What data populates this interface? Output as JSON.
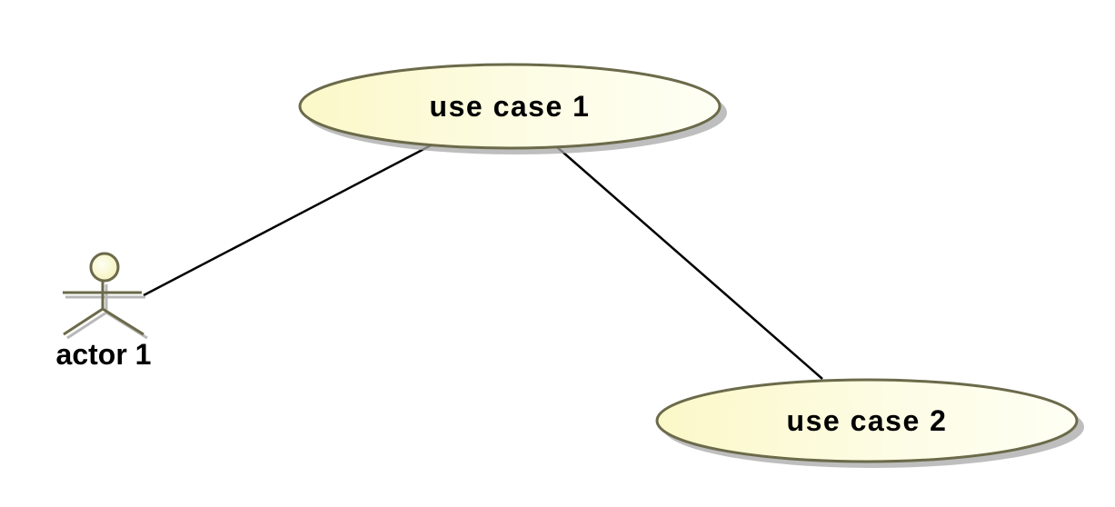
{
  "diagram": {
    "type": "uml-use-case",
    "actor": {
      "label": "actor 1",
      "icon": "stick-figure-icon"
    },
    "use_cases": [
      {
        "label": "use case 1"
      },
      {
        "label": "use case 2"
      }
    ],
    "associations": [
      {
        "from": "actor 1",
        "to": "use case 1"
      },
      {
        "from": "use case 1",
        "to": "use case 2"
      }
    ],
    "colors": {
      "fill_light": "#fefff2",
      "fill_dark": "#fbf8c8",
      "outline": "#6b6a4a",
      "shadow": "#a8a8a8",
      "line": "#000000"
    }
  }
}
